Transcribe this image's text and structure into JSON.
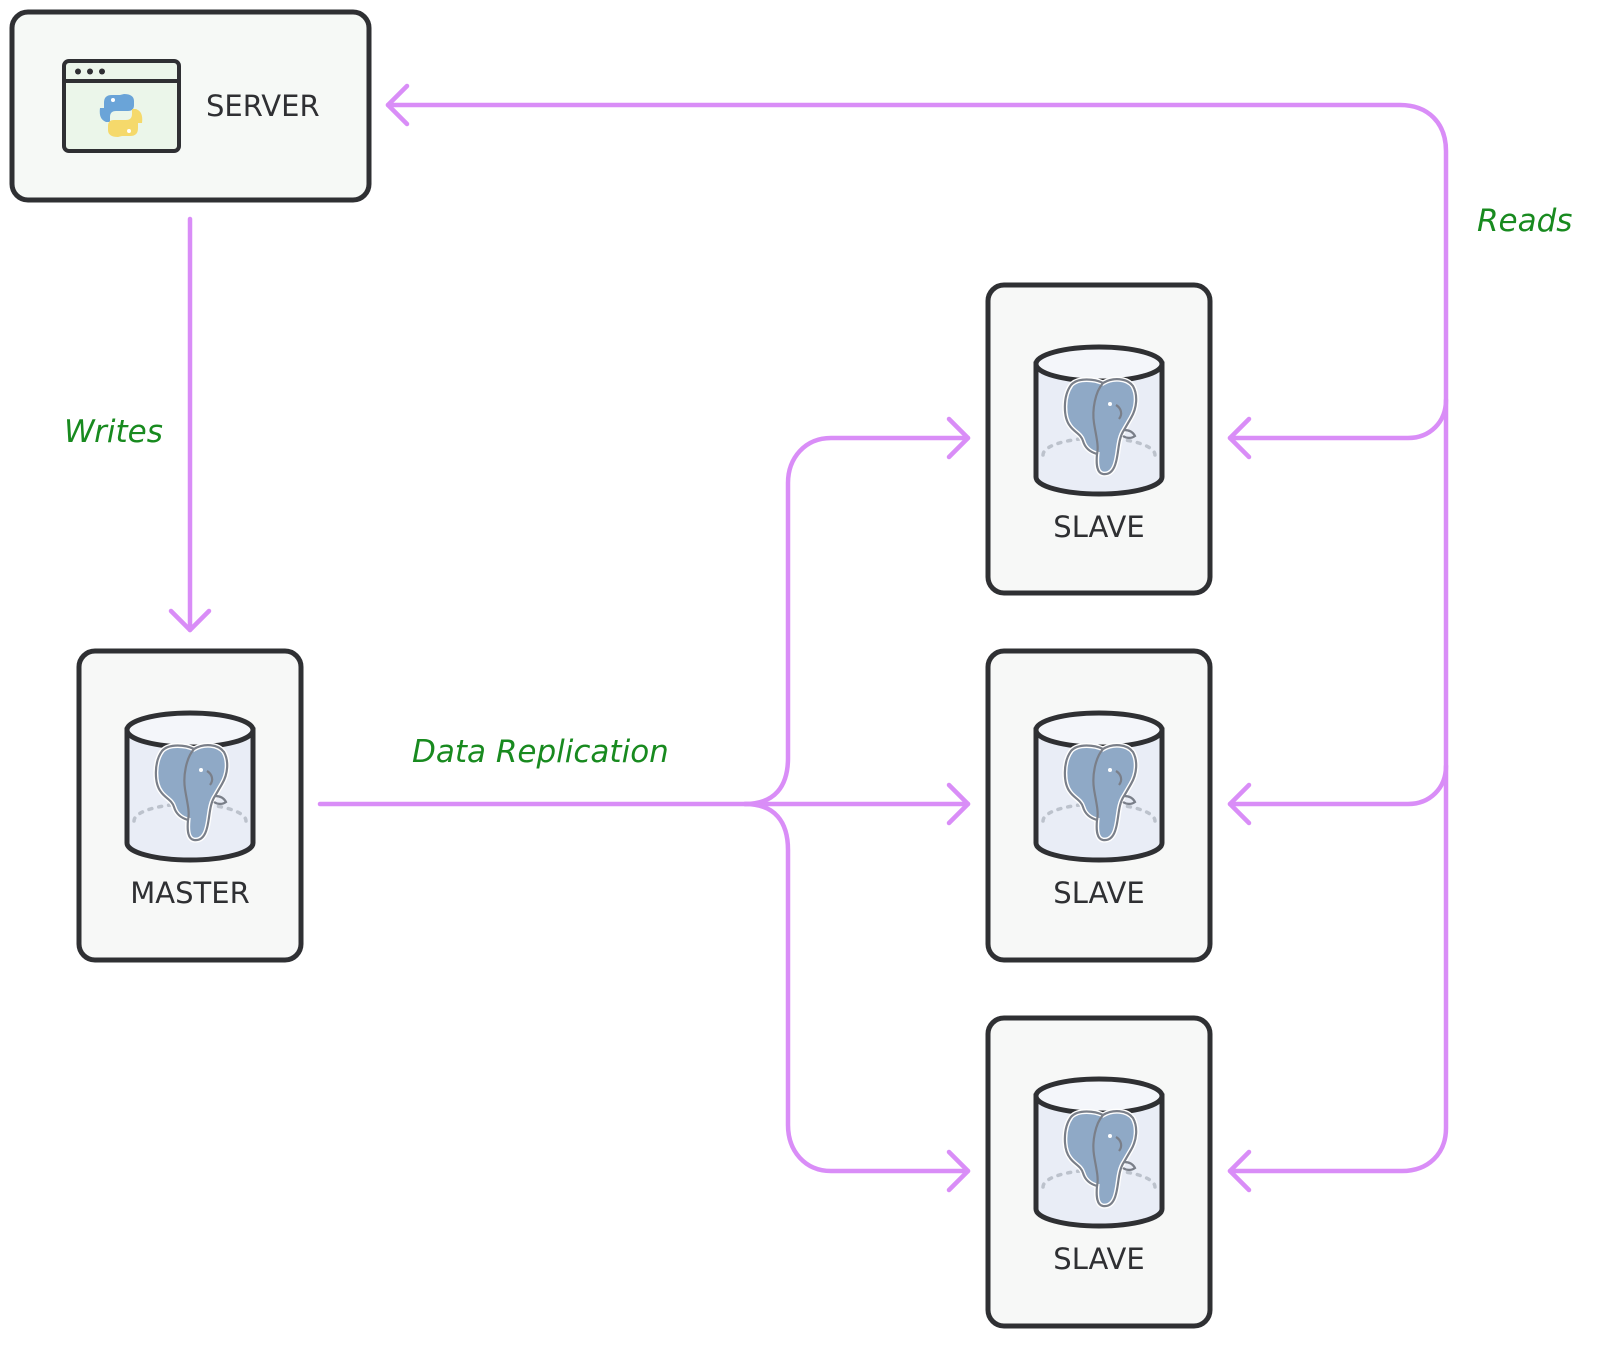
{
  "nodes": {
    "server": {
      "label": "SERVER"
    },
    "master": {
      "label": "MASTER"
    },
    "slave1": {
      "label": "SLAVE"
    },
    "slave2": {
      "label": "SLAVE"
    },
    "slave3": {
      "label": "SLAVE"
    }
  },
  "edges": {
    "writes": {
      "label": "Writes"
    },
    "reads": {
      "label": "Reads"
    },
    "replication": {
      "label": "Data Replication"
    }
  },
  "icons": {
    "server": "python-app-window-icon",
    "database": "postgresql-elephant-database-icon"
  },
  "colors": {
    "connector": "#d98df7",
    "edge_label": "#188a1f",
    "box_stroke": "#2f3033",
    "box_fill": "#f7f8f7"
  }
}
